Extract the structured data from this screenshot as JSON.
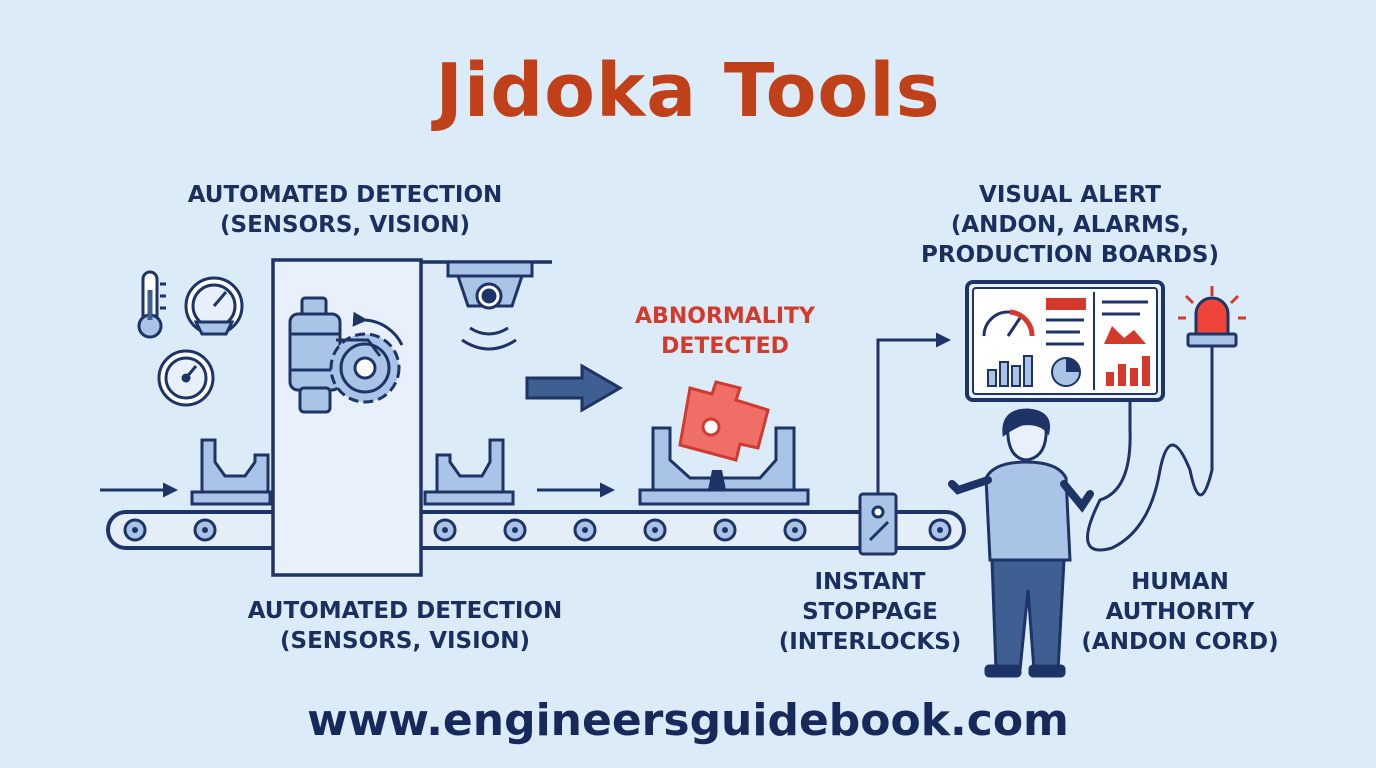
{
  "title": "Jidoka Tools",
  "labels": {
    "top_left": [
      "AUTOMATED DETECTION",
      "(SENSORS, VISION)"
    ],
    "bottom_left": [
      "AUTOMATED DETECTION",
      "(SENSORS, VISION)"
    ],
    "abnormality": [
      "ABNORMALITY",
      "DETECTED"
    ],
    "visual_alert": [
      "VISUAL ALERT",
      "(ANDON, ALARMS,",
      "PRODUCTION BOARDS)"
    ],
    "instant_stoppage": [
      "INSTANT",
      "STOPPAGE",
      "(INTERLOCKS)"
    ],
    "human_authority": [
      "HUMAN",
      "AUTHORITY",
      "(ANDON CORD)"
    ]
  },
  "footer": "www.engineersguidebook.com",
  "icons": [
    "thermometer-icon",
    "pressure-gauge-icon",
    "dial-gauge-icon",
    "sensor-icon",
    "gear-icon",
    "camera-icon",
    "arrow-icon",
    "warning-light-icon",
    "dashboard-icon",
    "operator-icon",
    "stop-switch-icon"
  ],
  "colors": {
    "title": "#c0401a",
    "text": "#1a2f5e",
    "alert": "#d33a2c",
    "line": "#1e3366",
    "fill_blue": "#a9c4e6",
    "background": "#dcebf8"
  }
}
